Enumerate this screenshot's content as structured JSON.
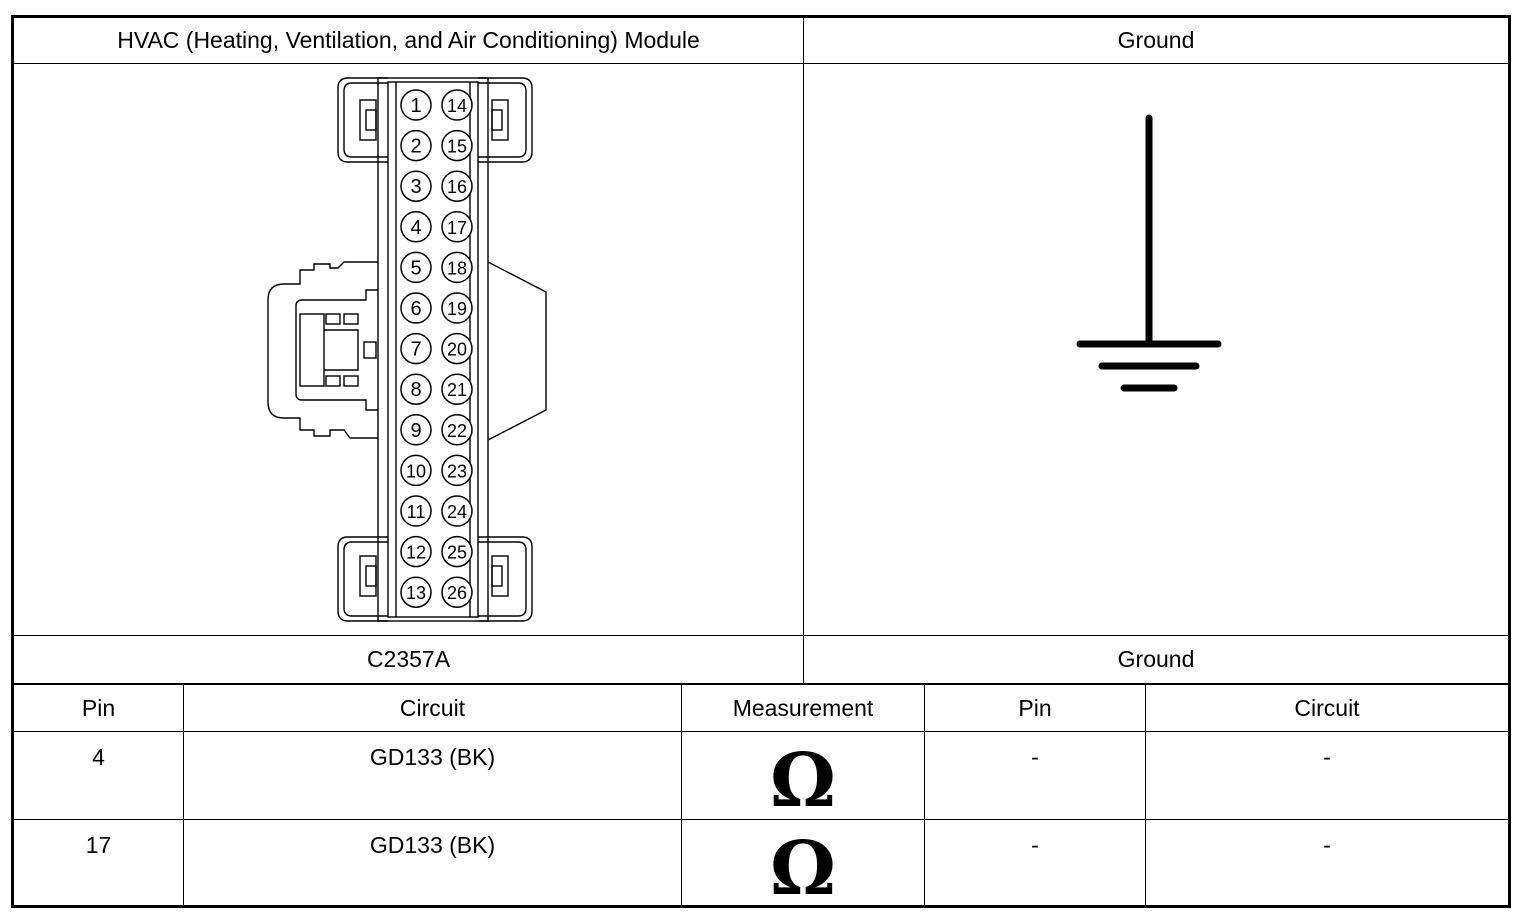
{
  "header": {
    "left_title": "HVAC (Heating, Ventilation, and Air Conditioning) Module",
    "right_title": "Ground"
  },
  "connector": {
    "left_pins": [
      "1",
      "2",
      "3",
      "4",
      "5",
      "6",
      "7",
      "8",
      "9",
      "10",
      "11",
      "12",
      "13"
    ],
    "right_pins": [
      "14",
      "15",
      "16",
      "17",
      "18",
      "19",
      "20",
      "21",
      "22",
      "23",
      "24",
      "25",
      "26"
    ]
  },
  "ground_symbol": {
    "icon": "ground-symbol-icon"
  },
  "labels": {
    "left_connector": "C2357A",
    "right_connector": "Ground"
  },
  "table": {
    "columns": [
      "Pin",
      "Circuit",
      "Measurement",
      "Pin",
      "Circuit"
    ],
    "rows": [
      {
        "pin": "4",
        "circuit": "GD133 (BK)",
        "measurement": "Ω",
        "pin2": "-",
        "circuit2": "-"
      },
      {
        "pin": "17",
        "circuit": "GD133 (BK)",
        "measurement": "Ω",
        "pin2": "-",
        "circuit2": "-"
      }
    ]
  }
}
